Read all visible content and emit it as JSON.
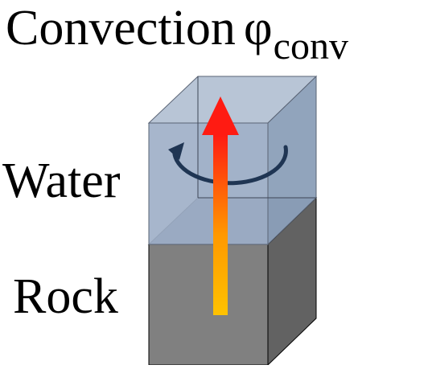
{
  "title": {
    "main": "Convection",
    "symbol": "φ",
    "subscript": "conv"
  },
  "labels": {
    "water": "Water",
    "rock": "Rock"
  },
  "colors": {
    "water_face": "#9fb0c8",
    "water_top": "#b8c5d6",
    "water_side": "#8da1ba",
    "rock_front": "#808080",
    "rock_side": "#626262",
    "rock_top": "#5b6b84",
    "arrow_top": "#ff1b12",
    "arrow_bottom": "#ffc200",
    "circulation_arrow": "#1f3553"
  },
  "icons": {
    "flux_arrow": "upward-gradient-arrow",
    "circulation": "circular-arrow"
  }
}
